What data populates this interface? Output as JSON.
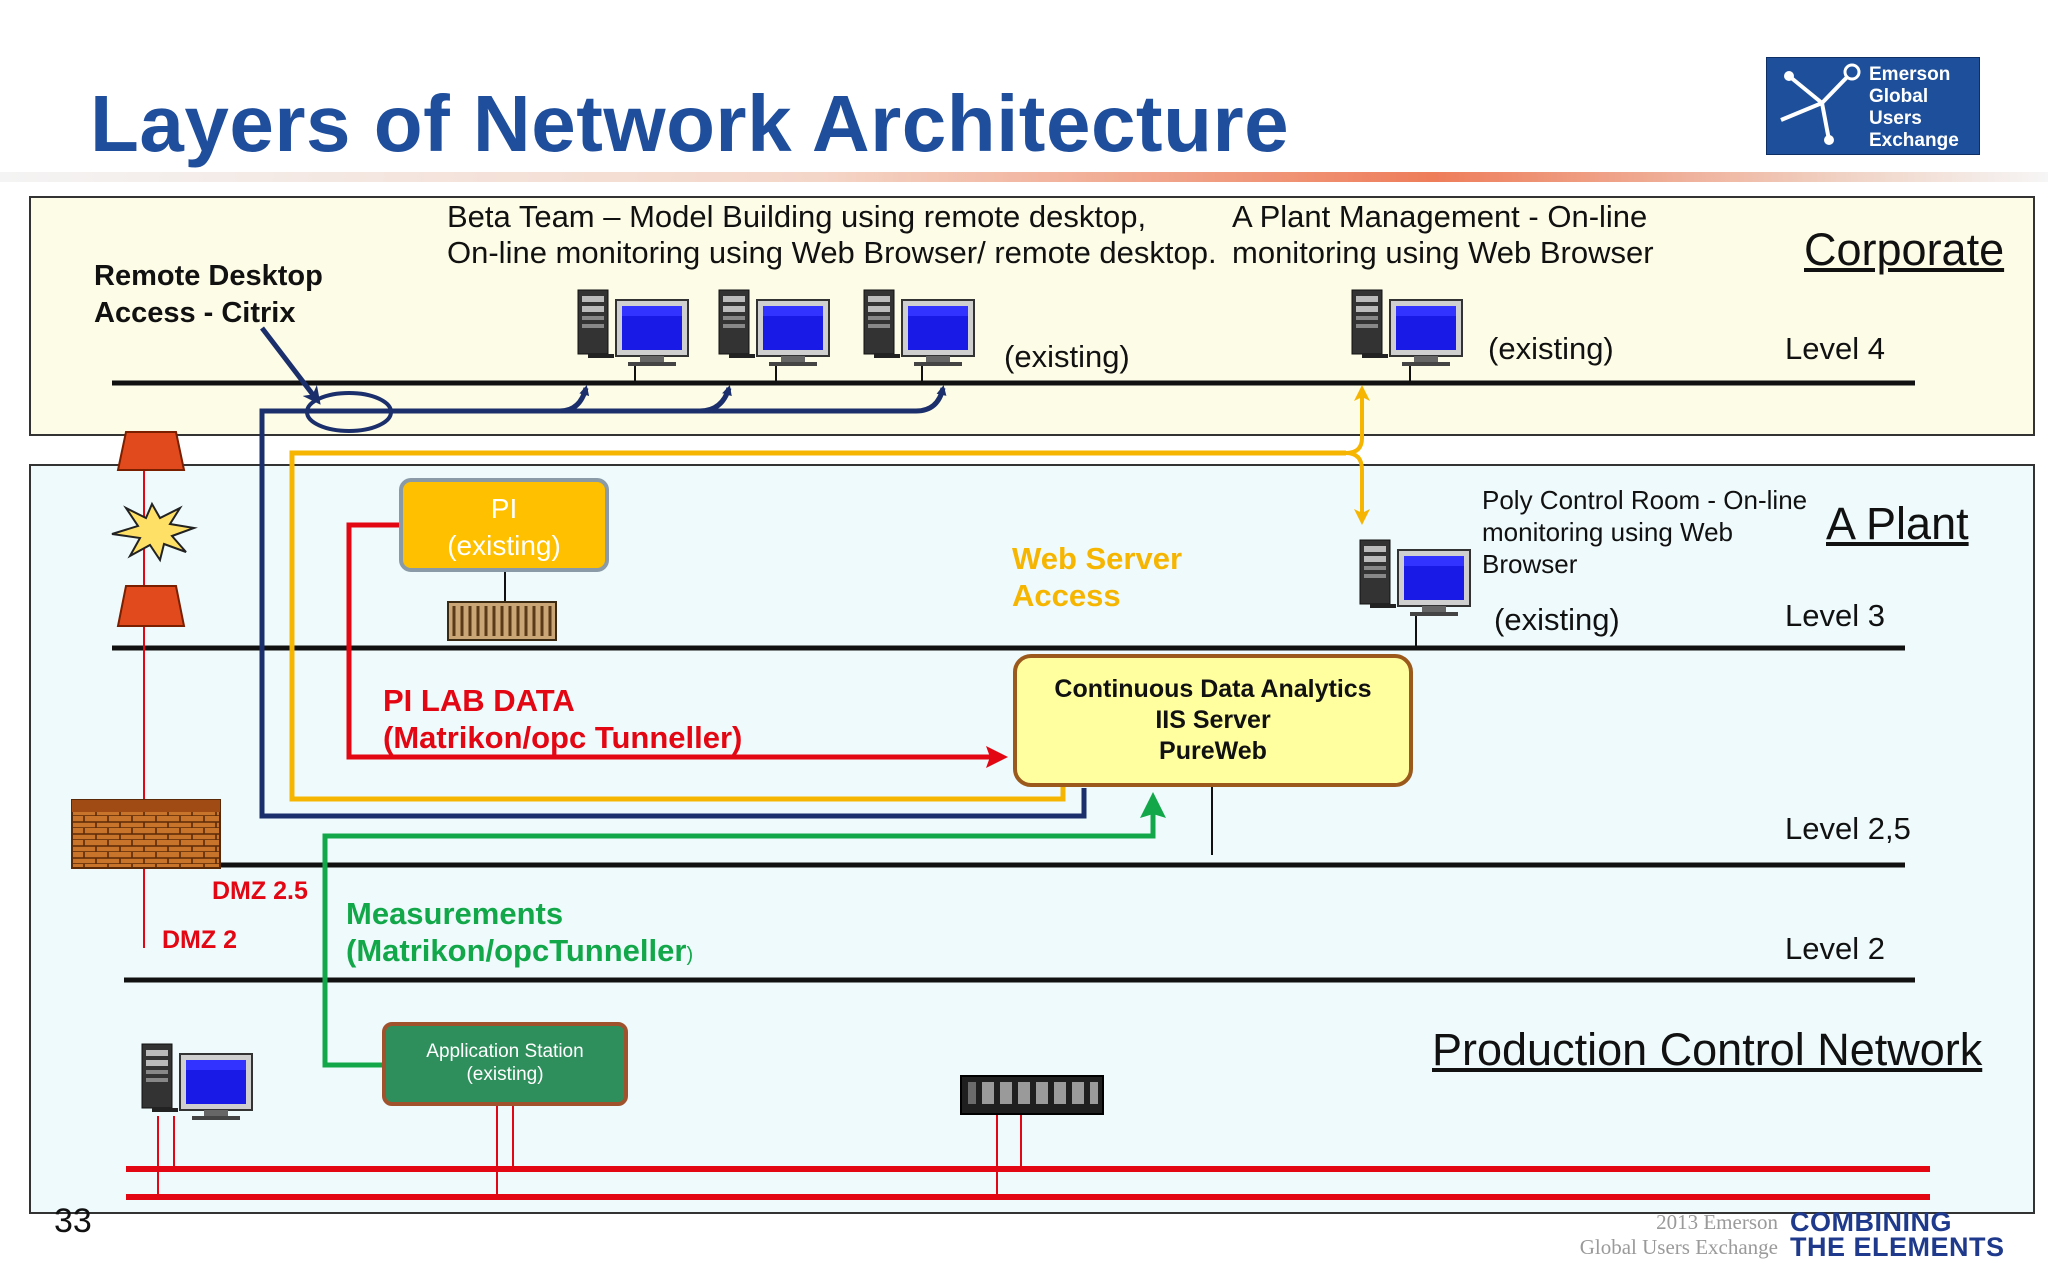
{
  "slide": {
    "title": "Layers of Network Architecture",
    "page_number": "33",
    "logo": {
      "line1": "Emerson",
      "line2": "Global",
      "line3": "Users",
      "line4": "Exchange"
    },
    "footer": {
      "small_line1": "2013 Emerson",
      "small_line2": "Global Users Exchange",
      "big_line1": "COMBINING",
      "big_line2": "THE ELEMENTS"
    }
  },
  "zones": {
    "corporate": "Corporate",
    "plant": "A Plant",
    "production": "Production Control Network"
  },
  "levels": {
    "l4": "Level 4",
    "l3": "Level 3",
    "l25": "Level 2,5",
    "l2": "Level 2"
  },
  "labels": {
    "remote_desktop_1": "Remote Desktop",
    "remote_desktop_2": "Access - Citrix",
    "beta_team_1": "Beta Team – Model Building using remote desktop,",
    "beta_team_2": "On-line monitoring using Web Browser/ remote desktop.",
    "plant_mgmt_1": "A Plant Management - On-line",
    "plant_mgmt_2": "monitoring using Web Browser",
    "existing_a": "(existing)",
    "existing_b": "(existing)",
    "existing_c": "(existing)",
    "poly_1": "Poly Control Room - On-line",
    "poly_2": "monitoring using Web",
    "poly_3": "Browser",
    "web_server_1": "Web Server",
    "web_server_2": "Access",
    "pi_lab_1": "PI LAB DATA",
    "pi_lab_2": "(Matrikon/opc Tunneller)",
    "measurements_1": "Measurements",
    "measurements_2": "(Matrikon/opcTunneller",
    "measurements_2_suffix": ")",
    "dmz25": "DMZ 2.5",
    "dmz2": "DMZ 2"
  },
  "boxes": {
    "pi_line1": "PI",
    "pi_line2": "(existing)",
    "cda_line1": "Continuous Data Analytics",
    "cda_line2": "IIS Server",
    "cda_line3": "PureWeb",
    "app_line1": "Application Station",
    "app_line2": "(existing)"
  },
  "colors": {
    "title_blue": "#1f4e9c",
    "citrix_path": "#1a2f6b",
    "web_path": "#f6b500",
    "pi_lab_path": "#e30613",
    "measure_path": "#12a84a",
    "network_bus": "#111111",
    "control_bus": "#e30613"
  },
  "icons": {
    "workstation": "desktop-computer-icon",
    "firewall": "firewall-icon",
    "router": "router-icon",
    "wall": "brick-wall-icon",
    "server_rack": "server-rack-icon",
    "controller": "controller-io-icon"
  }
}
